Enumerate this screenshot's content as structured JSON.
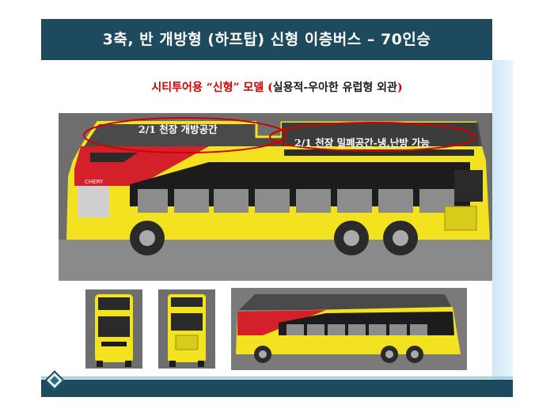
{
  "header": {
    "title": "3축, 반 개방형 (하프탑) 신형 이층버스 – 70인승"
  },
  "subtitle": {
    "part1": "시티투어용 “신형” 모델 ",
    "part2": "(",
    "part3": "실용적-우아한 유럽형 외관",
    "part4": ")"
  },
  "annotations": {
    "open_space": "2/1 천장 개방공간",
    "closed_space": "2/1 천장 밀폐공간-냉,난방 가능"
  },
  "brand": {
    "logo_text": "CHERY"
  },
  "colors": {
    "title_bar": "#1e4a5e",
    "bus_yellow": "#f2e21f",
    "bus_red": "#d4202a",
    "subtitle_red": "#d00000"
  }
}
